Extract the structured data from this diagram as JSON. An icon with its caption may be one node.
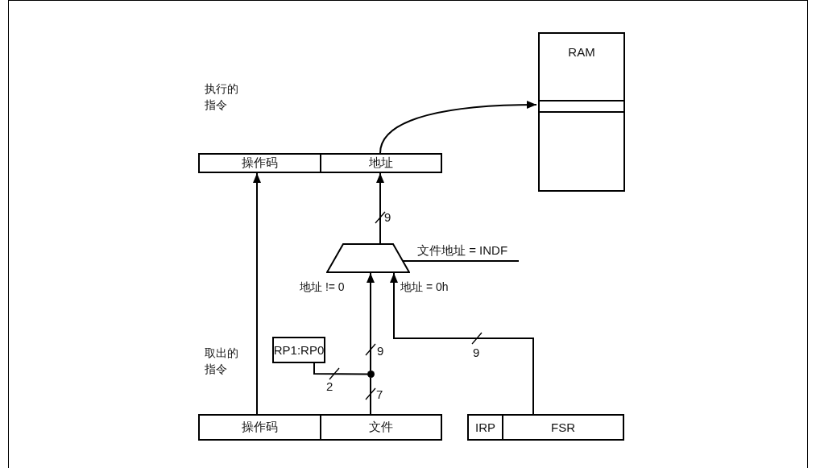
{
  "diagram": {
    "nodes": [
      {
        "text": [
          "操作码"
        ]
      },
      {
        "text": [
          "地址"
        ]
      },
      {
        "text": [
          "RAM"
        ]
      },
      {
        "text": [],
        "shape": "box",
        "in": 2
      },
      {
        "text": [],
        "shape": "trapezoid"
      },
      {
        "text": [
          "文件地址 = INDF"
        ]
      },
      {
        "text": [
          "RP1:RP0"
        ]
      },
      {
        "text": [],
        "shape": "circle"
      },
      {
        "text": [
          "操作码"
        ]
      },
      {
        "text": [
          "文件"
        ]
      },
      {
        "text": [
          "IRP"
        ]
      },
      {
        "text": [
          "FSR"
        ]
      }
    ],
    "edges": [
      {
        "from": 8,
        "to": 0,
        "arrow": "to"
      },
      {
        "from": 4,
        "to": 1,
        "arrow": "to",
        "label": "9"
      },
      {
        "from": 1,
        "to": 3,
        "arrow": "to"
      },
      {
        "from": 9,
        "to": 7,
        "arrow": "none",
        "label": "7"
      },
      {
        "from": 7,
        "to": 4,
        "arrow": "to",
        "label": "9"
      },
      {
        "from": 6,
        "to": 7,
        "arrow": "none",
        "label": "2"
      },
      {
        "from": 11,
        "to": 4,
        "arrow": "to",
        "label": "9"
      },
      {
        "from": 5,
        "to": 4,
        "arrow": "none"
      }
    ],
    "labels": [
      "执行的指令",
      "地址 != 0",
      "地址 = 0h",
      "取出的指令"
    ]
  }
}
